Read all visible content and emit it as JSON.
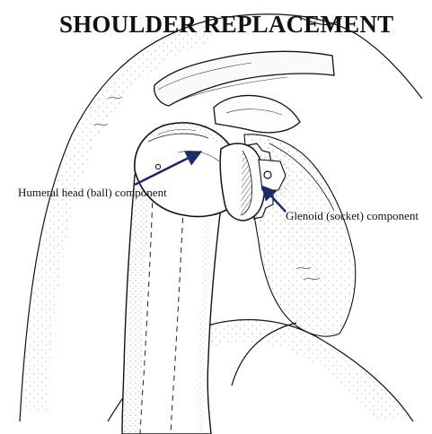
{
  "title": "SHOULDER REPLACEMENT",
  "labels": {
    "humeral": "Humeral head (ball) component",
    "glenoid": "Glenoid (socket) component"
  },
  "colors": {
    "arrow": "#1f2a6b",
    "ink": "#111111",
    "background": "#ffffff"
  }
}
